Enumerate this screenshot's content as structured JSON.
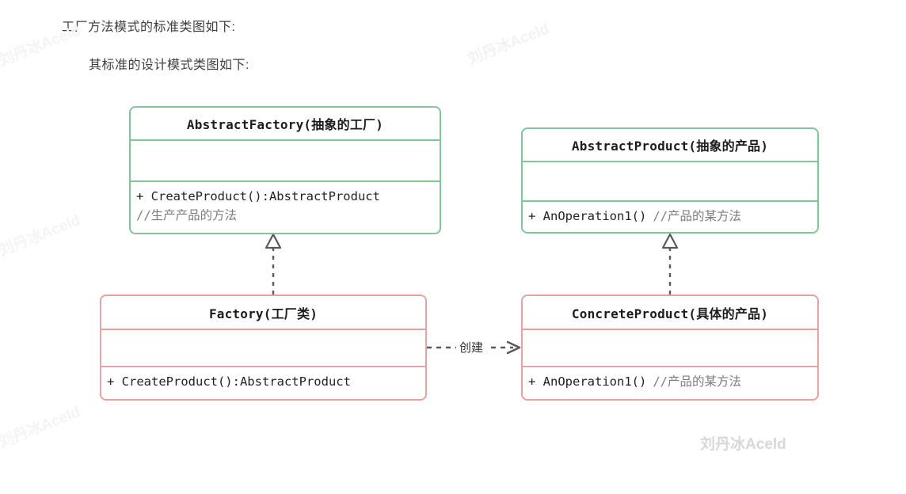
{
  "page": {
    "prose": [
      "工厂方法模式的标准类图如下:",
      "其标准的设计模式类图如下:"
    ]
  },
  "watermarks": {
    "text": "刘丹冰Aceld",
    "corner_text": "刘丹冰Aceld",
    "color": "#f3f3f3",
    "corner_color": "#d6d8dc"
  },
  "colors": {
    "abstract_border": "#82c596",
    "concrete_border": "#e8a0a0",
    "connector": "#595959",
    "comment_text": "#7d7d7d",
    "body_text": "#222222"
  },
  "diagram": {
    "type": "uml-class-diagram",
    "classes": [
      {
        "id": "abstract-factory",
        "name": "AbstractFactory(抽象的工厂)",
        "stereotype": "abstract",
        "border_color": "#82c596",
        "attributes": [],
        "methods": [
          {
            "signature": "+ CreateProduct():AbstractProduct",
            "comment": ""
          },
          {
            "signature": "",
            "comment": "//生产产品的方法"
          }
        ]
      },
      {
        "id": "abstract-product",
        "name": "AbstractProduct(抽象的产品)",
        "stereotype": "abstract",
        "border_color": "#82c596",
        "attributes": [],
        "methods": [
          {
            "signature": "+ AnOperation1()",
            "comment": "//产品的某方法"
          }
        ]
      },
      {
        "id": "factory",
        "name": "Factory(工厂类)",
        "stereotype": "concrete",
        "border_color": "#e8a0a0",
        "attributes": [],
        "methods": [
          {
            "signature": "+ CreateProduct():AbstractProduct",
            "comment": ""
          }
        ]
      },
      {
        "id": "concrete-product",
        "name": "ConcreteProduct(具体的产品)",
        "stereotype": "concrete",
        "border_color": "#e8a0a0",
        "attributes": [],
        "methods": [
          {
            "signature": "+ AnOperation1()",
            "comment": "//产品的某方法"
          }
        ]
      }
    ],
    "relations": [
      {
        "id": "factory-realizes-abstract-factory",
        "from": "factory",
        "to": "abstract-factory",
        "kind": "realization",
        "line": "dashed",
        "arrow": "hollow-triangle",
        "label": ""
      },
      {
        "id": "concrete-product-realizes-abstract-product",
        "from": "concrete-product",
        "to": "abstract-product",
        "kind": "realization",
        "line": "dashed",
        "arrow": "hollow-triangle",
        "label": ""
      },
      {
        "id": "factory-creates-concrete-product",
        "from": "factory",
        "to": "concrete-product",
        "kind": "dependency",
        "line": "dashed",
        "arrow": "open-arrow",
        "label": "创建"
      }
    ]
  }
}
